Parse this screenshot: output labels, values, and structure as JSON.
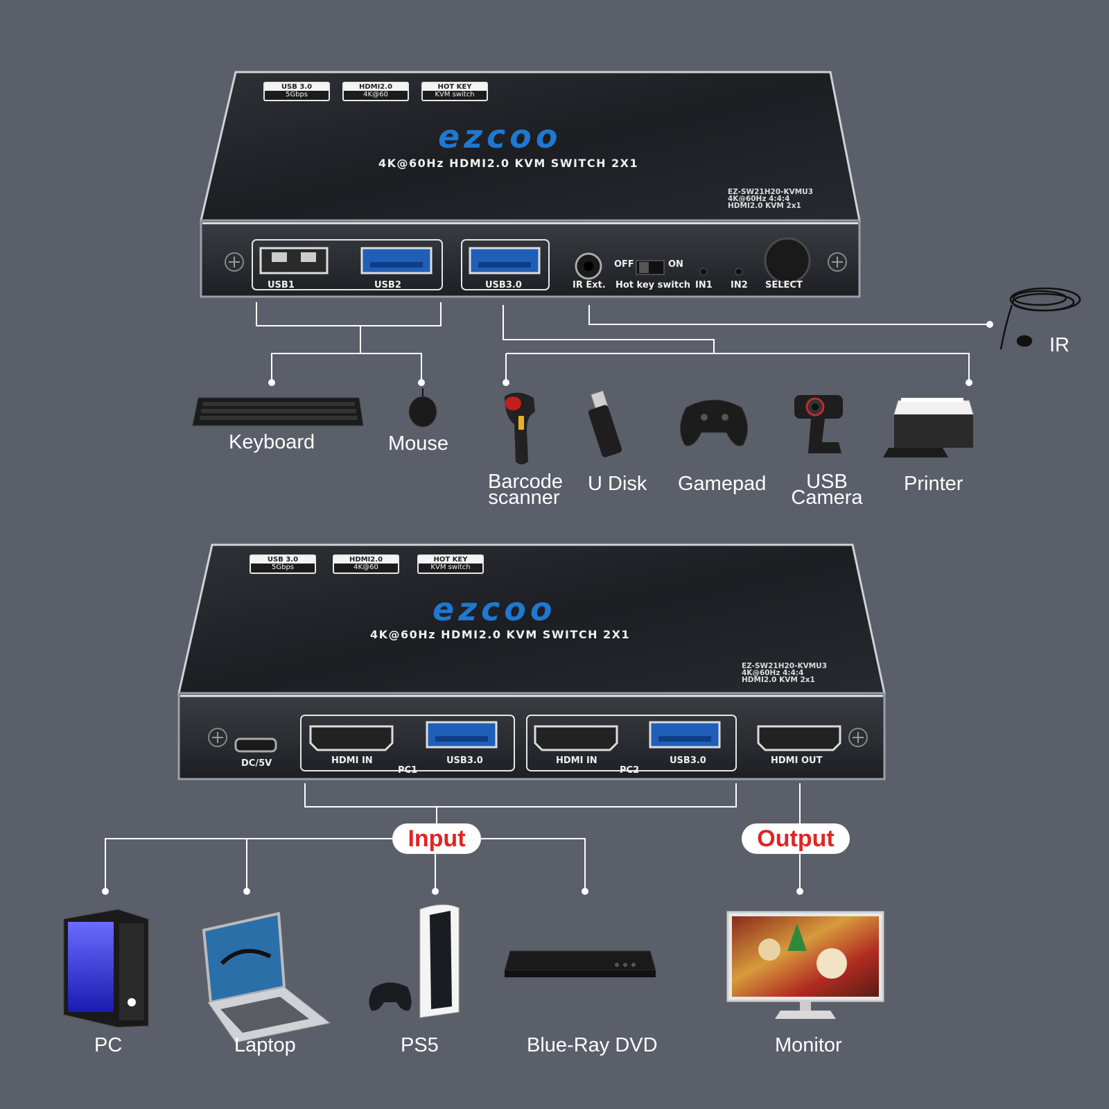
{
  "colors": {
    "background": "#5a5f6a",
    "brand_blue": "#1f78d1",
    "pill_red": "#e02424"
  },
  "top_device": {
    "badges": [
      {
        "top": "USB 3.0",
        "bottom": "5Gbps"
      },
      {
        "top": "HDMI2.0",
        "bottom": "4K@60"
      },
      {
        "top": "HOT KEY",
        "bottom": "KVM switch"
      }
    ],
    "logo": "ezcoo",
    "model_title": "4K@60Hz HDMI2.0 KVM SWITCH 2X1",
    "spec_lines": [
      "EZ-SW21H20-KVMU3",
      "4K@60Hz 4:4:4",
      "HDMI2.0 KVM 2x1"
    ],
    "ports": {
      "usb1": "USB1",
      "usb2": "USB2",
      "usb30": "USB3.0",
      "ir_ext": "IR Ext.",
      "off": "OFF",
      "on": "ON",
      "hotkey": "Hot key switch",
      "in1": "IN1",
      "in2": "IN2",
      "select": "SELECT"
    }
  },
  "ir_label": "IR",
  "peripherals": {
    "keyboard": "Keyboard",
    "mouse": "Mouse",
    "barcode_1": "Barcode",
    "barcode_2": "scanner",
    "udisk": "U Disk",
    "gamepad": "Gamepad",
    "camera_1": "USB",
    "camera_2": "Camera",
    "printer": "Printer"
  },
  "bottom_device": {
    "badges": [
      {
        "top": "USB 3.0",
        "bottom": "5Gbps"
      },
      {
        "top": "HDMI2.0",
        "bottom": "4K@60"
      },
      {
        "top": "HOT KEY",
        "bottom": "KVM switch"
      }
    ],
    "logo": "ezcoo",
    "model_title": "4K@60Hz HDMI2.0 KVM SWITCH 2X1",
    "spec_lines": [
      "EZ-SW21H20-KVMU3",
      "4K@60Hz 4:4:4",
      "HDMI2.0 KVM 2x1"
    ],
    "ports": {
      "dc": "DC/5V",
      "hdmi_in_1": "HDMI IN",
      "usb30_1": "USB3.0",
      "pc1": "PC1",
      "hdmi_in_2": "HDMI IN",
      "usb30_2": "USB3.0",
      "pc2": "PC2",
      "hdmi_out": "HDMI OUT"
    }
  },
  "input_label": "Input",
  "output_label": "Output",
  "sources": {
    "pc": "PC",
    "laptop": "Laptop",
    "ps5": "PS5",
    "bluray": "Blue-Ray DVD",
    "monitor": "Monitor"
  }
}
